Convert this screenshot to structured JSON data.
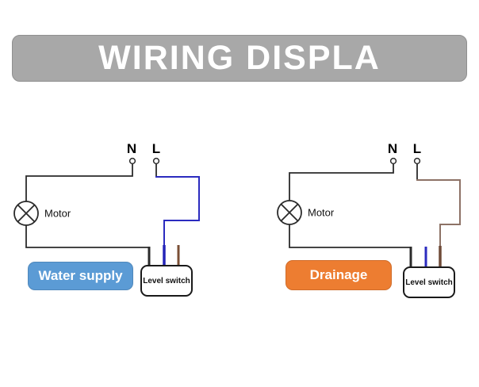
{
  "banner": {
    "title": "WIRING DISPLA",
    "bg_color": "#a8a8a8",
    "text_color": "#ffffff"
  },
  "diagrams": [
    {
      "name": "water-supply",
      "terminal_n": "N",
      "terminal_l": "L",
      "motor_label": "Motor",
      "button": {
        "label": "Water supply",
        "bg_color": "#5b9bd5"
      },
      "level_switch_label": "Level switch",
      "wire_colors": {
        "neutral": "#2b2b2b",
        "live": "#2b2bbf",
        "live_entry": "#2424b8",
        "spare": "#7a4f35"
      }
    },
    {
      "name": "drainage",
      "terminal_n": "N",
      "terminal_l": "L",
      "motor_label": "Motor",
      "button": {
        "label": "Drainage",
        "bg_color": "#ed7d31"
      },
      "level_switch_label": "Level switch",
      "wire_colors": {
        "neutral": "#2b2b2b",
        "live": "#8d7266",
        "live_entry": "#6f4a38",
        "spare": "#2b2bbf"
      }
    }
  ]
}
